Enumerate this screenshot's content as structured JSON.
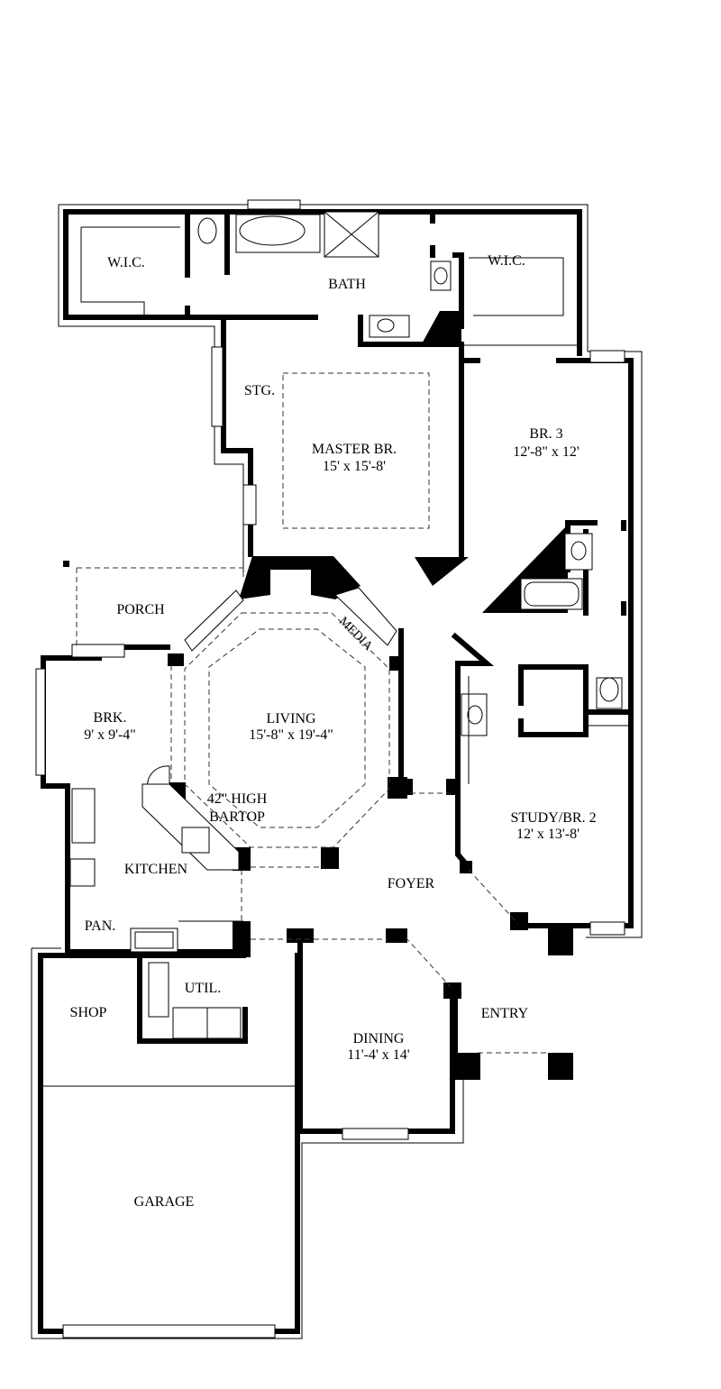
{
  "rooms": {
    "wic_left": "W.I.C.",
    "wic_right": "W.I.C.",
    "bath": "BATH",
    "storage": "STG.",
    "master_name": "MASTER BR.",
    "master_dim": "15' x 15'-8'",
    "br3_name": "BR. 3",
    "br3_dim": "12'-8\" x 12'",
    "porch": "PORCH",
    "media": "MEDIA",
    "living_name": "LIVING",
    "living_dim": "15'-8\" x 19'-4\"",
    "brk_name": "BRK.",
    "brk_dim": "9' x 9'-4\"",
    "bartop_1": "42\" HIGH",
    "bartop_2": "BARTOP",
    "kitchen": "KITCHEN",
    "study_name": "STUDY/BR. 2",
    "study_dim": "12' x 13'-8'",
    "foyer": "FOYER",
    "pantry": "PAN.",
    "utility": "UTIL.",
    "shop": "SHOP",
    "dining_name": "DINING",
    "dining_dim": "11'-4' x 14'",
    "entry": "ENTRY",
    "garage": "GARAGE"
  }
}
